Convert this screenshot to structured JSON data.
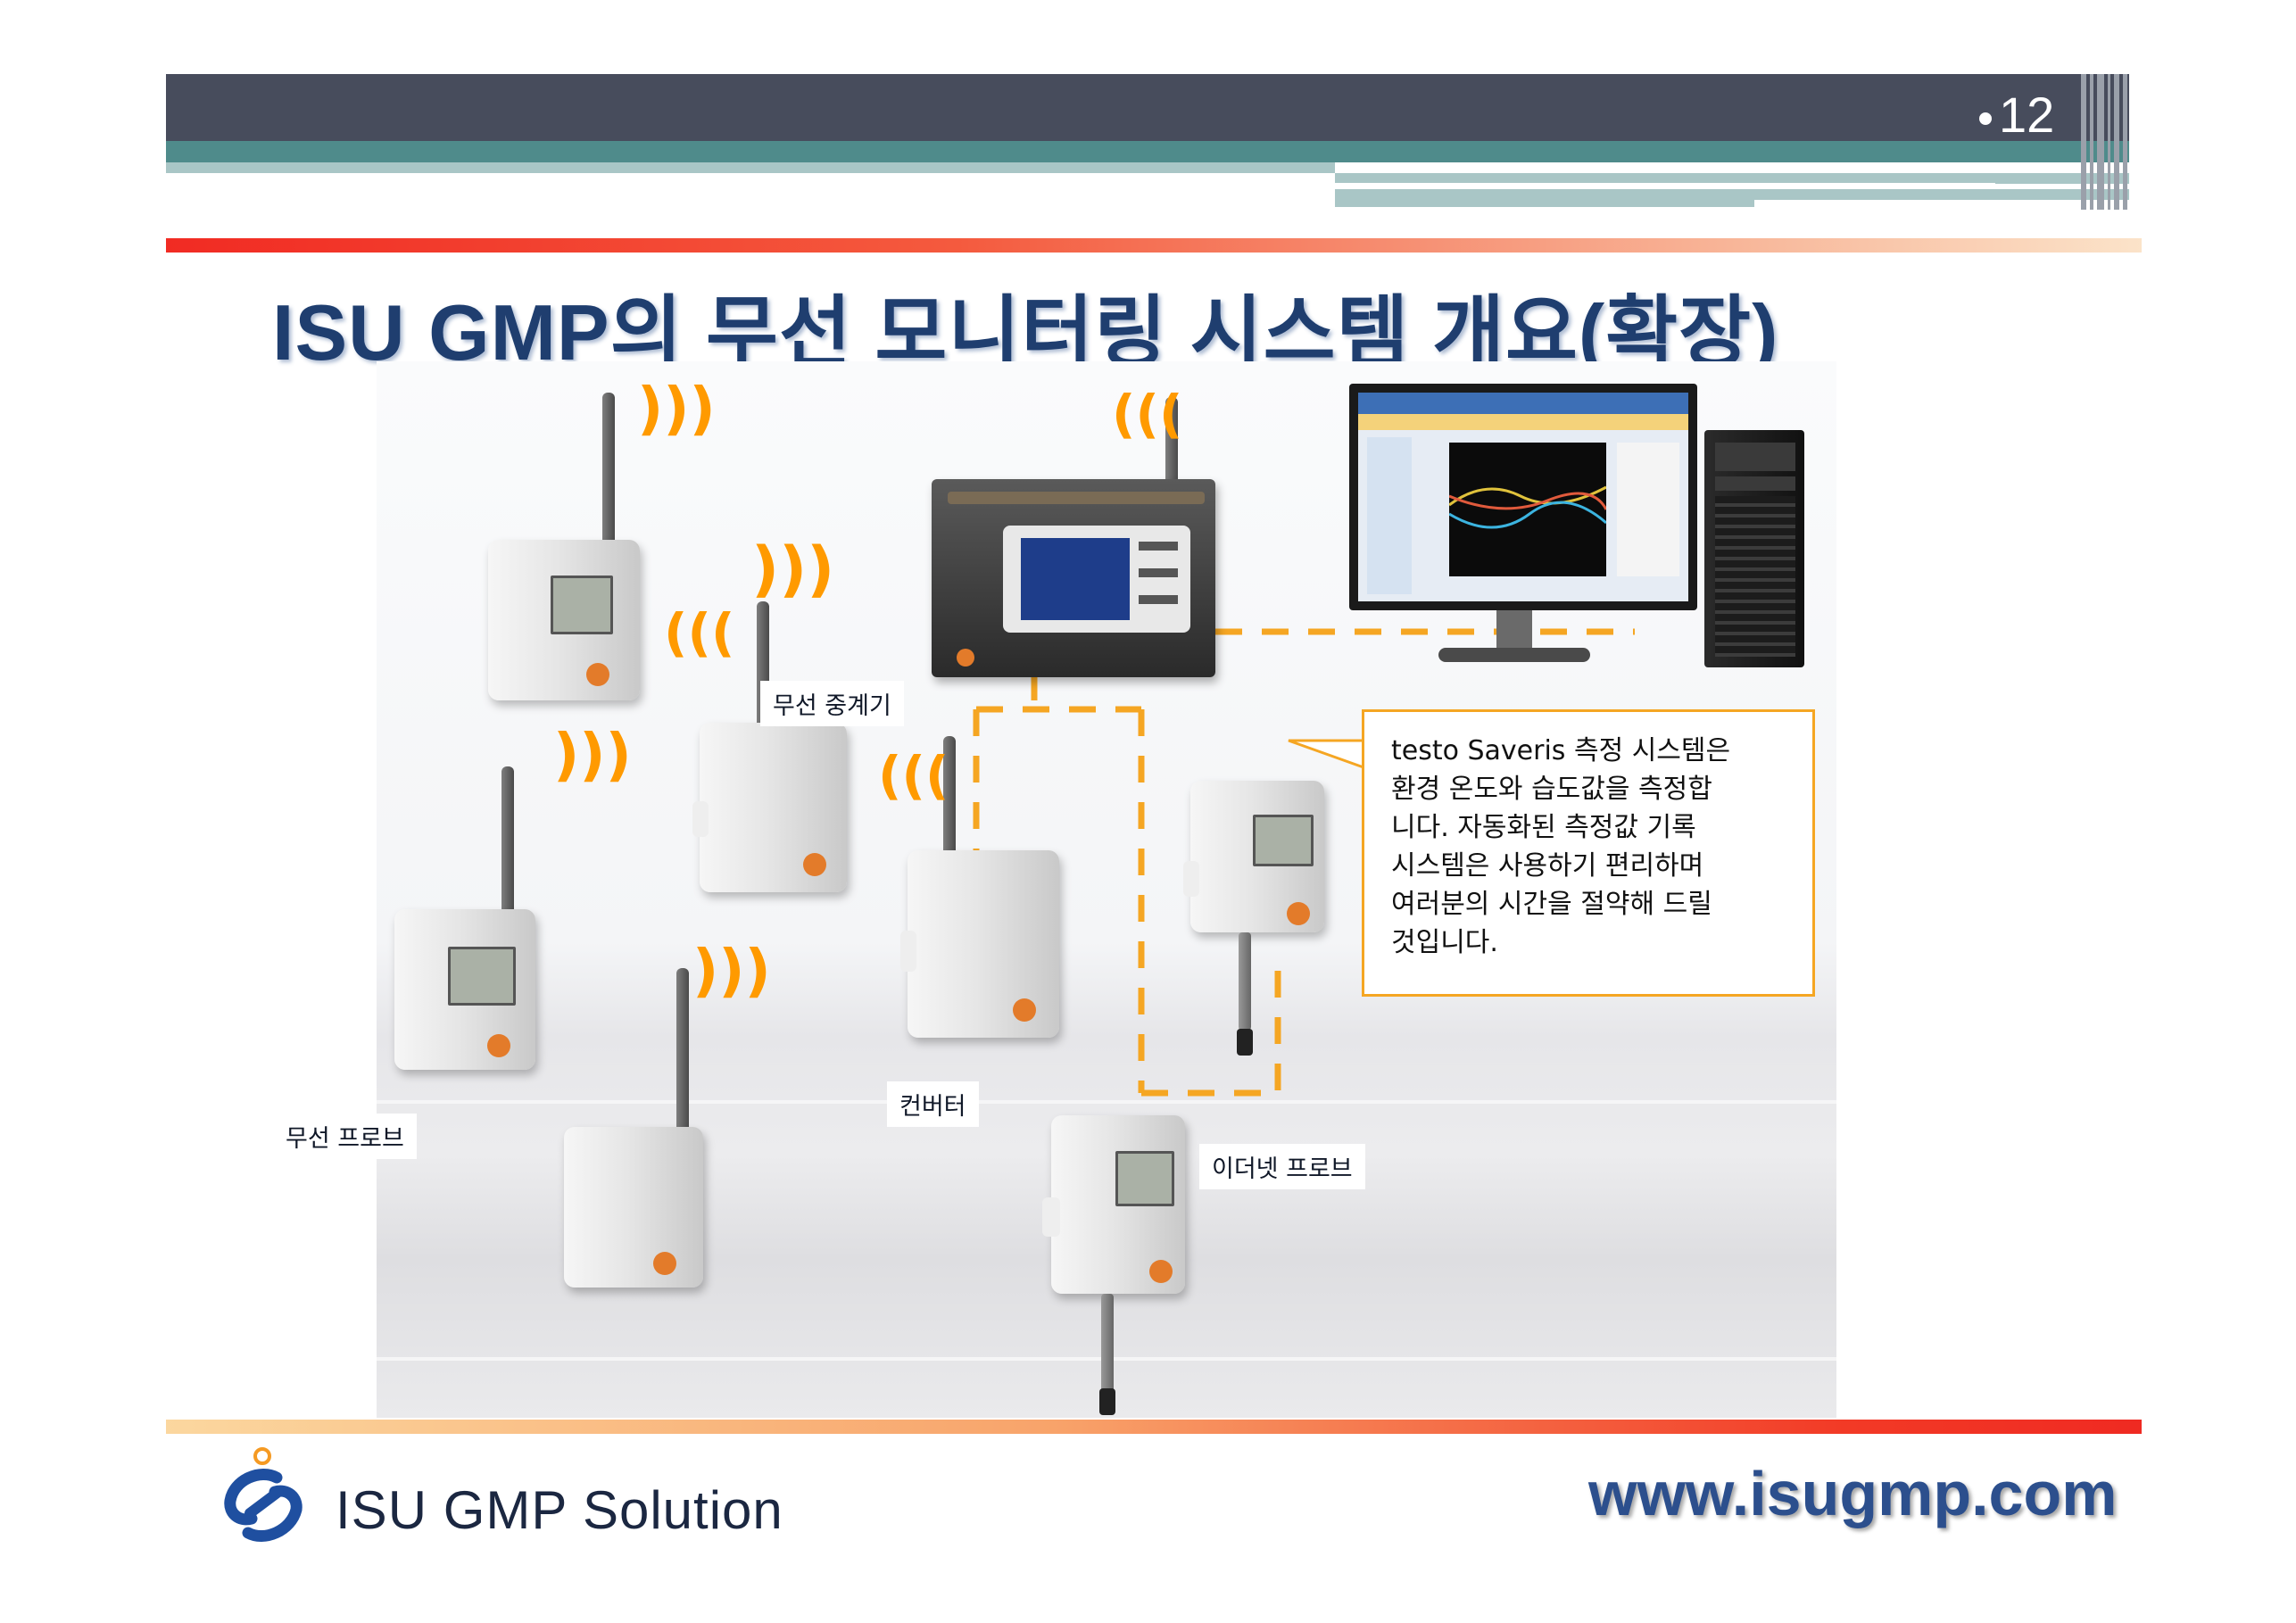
{
  "header": {
    "page_number": "12"
  },
  "title": "ISU GMP의 무선 모니터링 시스템 개요(확장)",
  "figure": {
    "labels": {
      "repeater": "무선 중계기",
      "wireless_probe": "무선 프로브",
      "converter": "컨버터",
      "ethernet_probe": "이더넷 프로브"
    },
    "callout": {
      "lines": [
        "testo Saveris 측정 시스템은",
        "환경 온도와 습도값을 측정합",
        "니다. 자동화된 측정값 기록",
        "시스템은 사용하기 편리하며",
        "여러분의 시간을 절약해 드릴",
        "것입니다."
      ]
    },
    "icons": {
      "wireless": "wireless-signal-icon",
      "base": "base-station-icon",
      "pc": "computer-workstation-icon"
    },
    "colors": {
      "connector": "#f5a623",
      "wave": "#ff9a00",
      "callout_border": "#f5a623"
    }
  },
  "footer": {
    "company": "ISU GMP Solution",
    "url": "www.isugmp.com"
  },
  "colors": {
    "header_dark": "#474c5c",
    "header_teal": "#4f8b8b",
    "title": "#1f3e6f",
    "accent_red": "#f12b23"
  }
}
